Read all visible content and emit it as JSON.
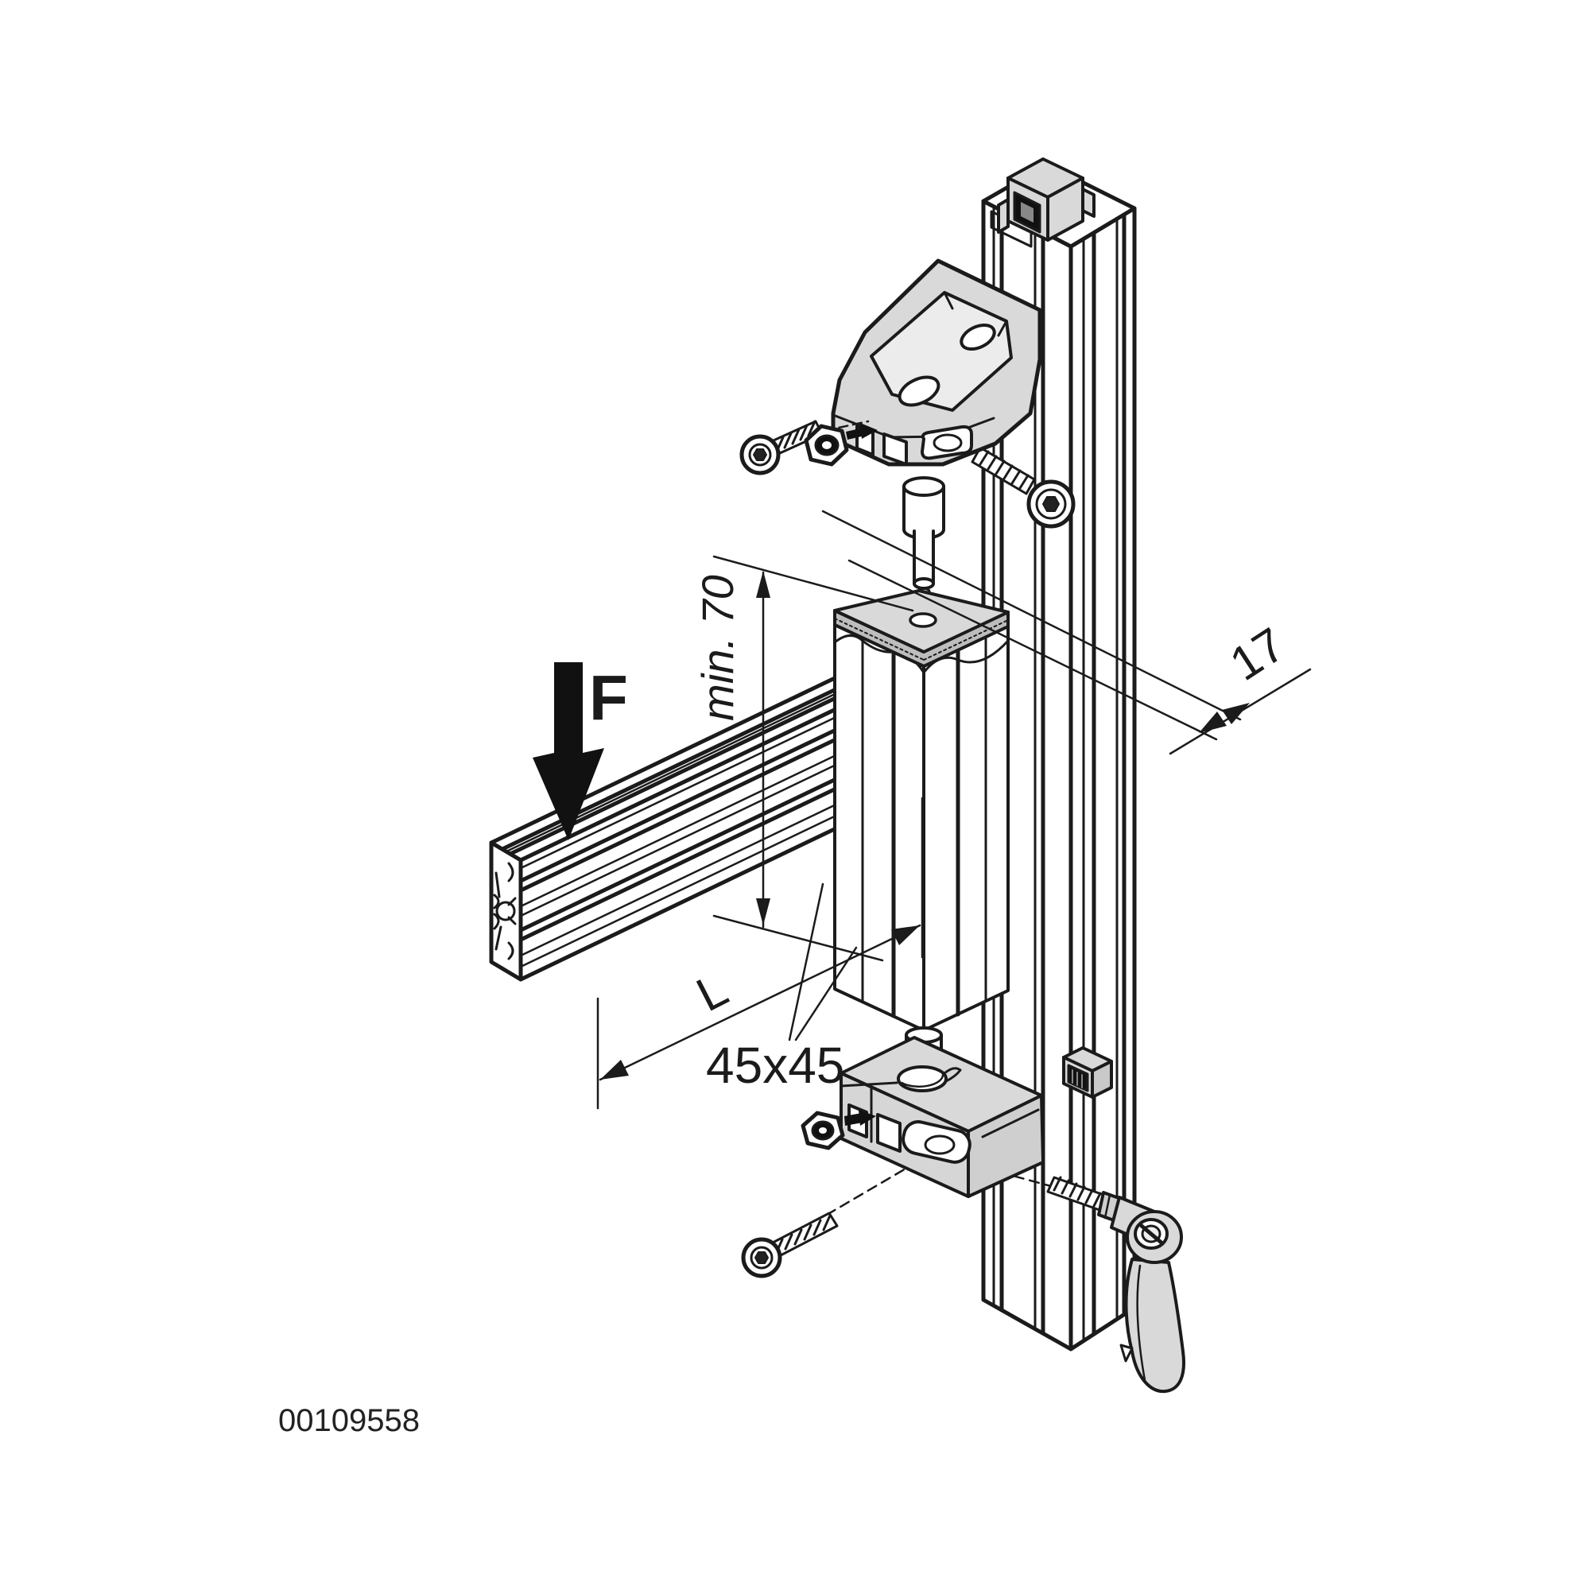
{
  "document": {
    "background": "#ffffff",
    "line_color": "#1b1b1b",
    "part_fill": "#d9d9d9",
    "part_fill_dark": "#c9c9c9",
    "cavity_fill": "#ececec"
  },
  "labels": {
    "force": "F",
    "min_distance": "min. 70",
    "groove_offset": "17",
    "arm_length": "L",
    "profile_size": "45x45",
    "drawing_number": "00109558"
  },
  "parts": [
    "vertical-strut-profile",
    "t-nut-top",
    "corner-bracket-45",
    "socket-head-screw",
    "hex-nut",
    "long-socket-head-screw",
    "pivot-pin",
    "square-plate",
    "pivot-block-45x45",
    "horizontal-profile-arm-45x45",
    "bottom-clamp-bracket",
    "t-nut-strut",
    "clamp-lever-with-stud"
  ]
}
